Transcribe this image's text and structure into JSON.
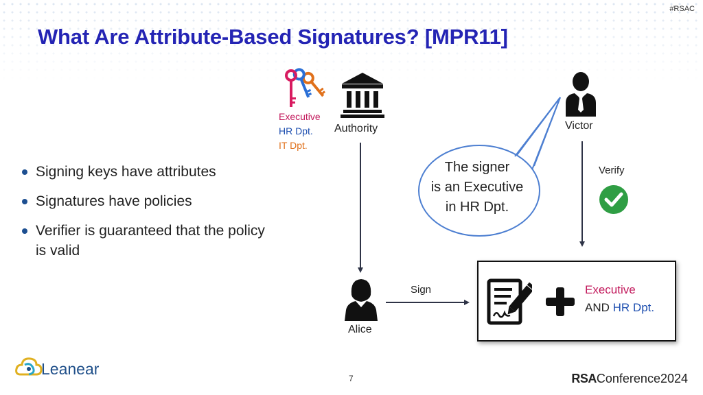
{
  "header": {
    "hashtag": "#RSAC",
    "title": "What Are Attribute-Based Signatures? [MPR11]"
  },
  "bullets": [
    "Signing keys have attributes",
    "Signatures have policies",
    "Verifier is guaranteed that the policy is valid"
  ],
  "diagram": {
    "attributes": [
      {
        "label": "Executive",
        "color": "#c2185b"
      },
      {
        "label": "HR Dpt.",
        "color": "#1e4fb0"
      },
      {
        "label": "IT Dpt.",
        "color": "#e0701a"
      }
    ],
    "authority_label": "Authority",
    "victor_label": "Victor",
    "alice_label": "Alice",
    "verify_label": "Verify",
    "sign_label": "Sign",
    "speech": [
      "The signer",
      "is an Executive",
      "in HR Dpt."
    ],
    "policy": {
      "attr1": "Executive",
      "connector": "AND",
      "attr2": "HR Dpt."
    },
    "colors": {
      "check": "#2f9e44",
      "arrow": "#2e3346",
      "bubble_border": "#4d7fd1"
    }
  },
  "footer": {
    "logo_text": "Leanear",
    "page_number": "7",
    "brand_bold": "RSA",
    "brand_rest": "Conference",
    "brand_year": "2024"
  }
}
